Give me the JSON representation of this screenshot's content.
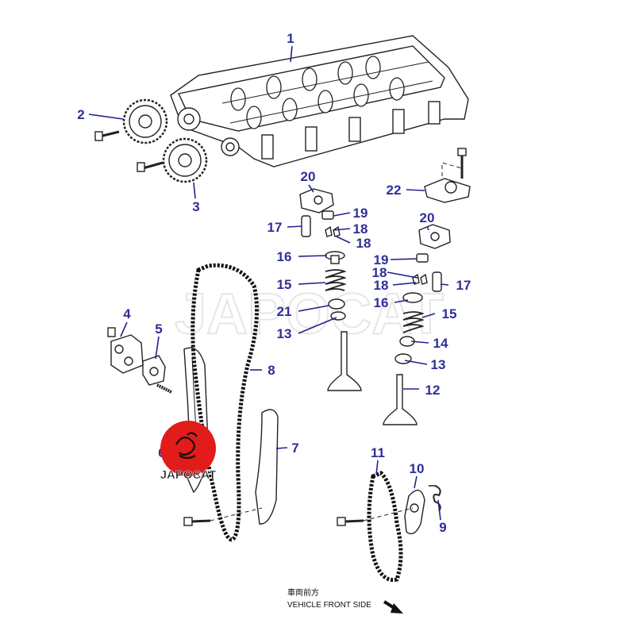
{
  "colors": {
    "label": "#2e2e9a",
    "ink": "#222222",
    "watermark_red": "#e21b1b"
  },
  "callouts": [
    "1",
    "2",
    "3",
    "4",
    "5",
    "6",
    "7",
    "8",
    "9",
    "10",
    "11",
    "12",
    "13",
    "13",
    "14",
    "15",
    "15",
    "16",
    "16",
    "17",
    "17",
    "18",
    "18",
    "18",
    "18",
    "19",
    "19",
    "20",
    "20",
    "21",
    "22"
  ],
  "caption": {
    "line1": "車両前方",
    "line2": "VEHICLE FRONT SIDE"
  },
  "watermark": {
    "text": "JAPOCAT",
    "badge_text": "JAPOCAT"
  },
  "icons": [
    "front-direction-arrow-icon",
    "japocat-logo-icon"
  ]
}
